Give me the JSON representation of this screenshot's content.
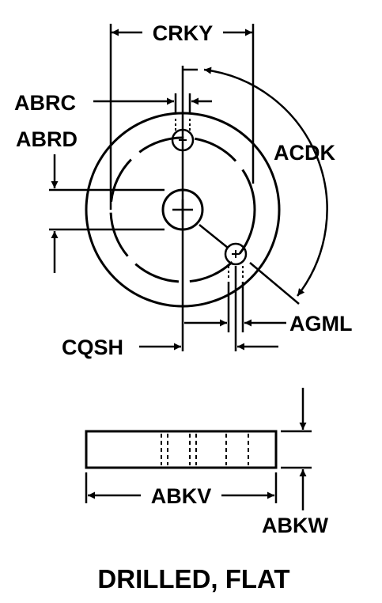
{
  "labels": {
    "crky": "CRKY",
    "abrc": "ABRC",
    "abrd": "ABRD",
    "acdk": "ACDK",
    "agml": "AGML",
    "cqsh": "CQSH",
    "abkv": "ABKV",
    "abkw": "ABKW"
  },
  "title": "DRILLED, FLAT",
  "colors": {
    "ink": "#000000",
    "background": "#ffffff"
  }
}
